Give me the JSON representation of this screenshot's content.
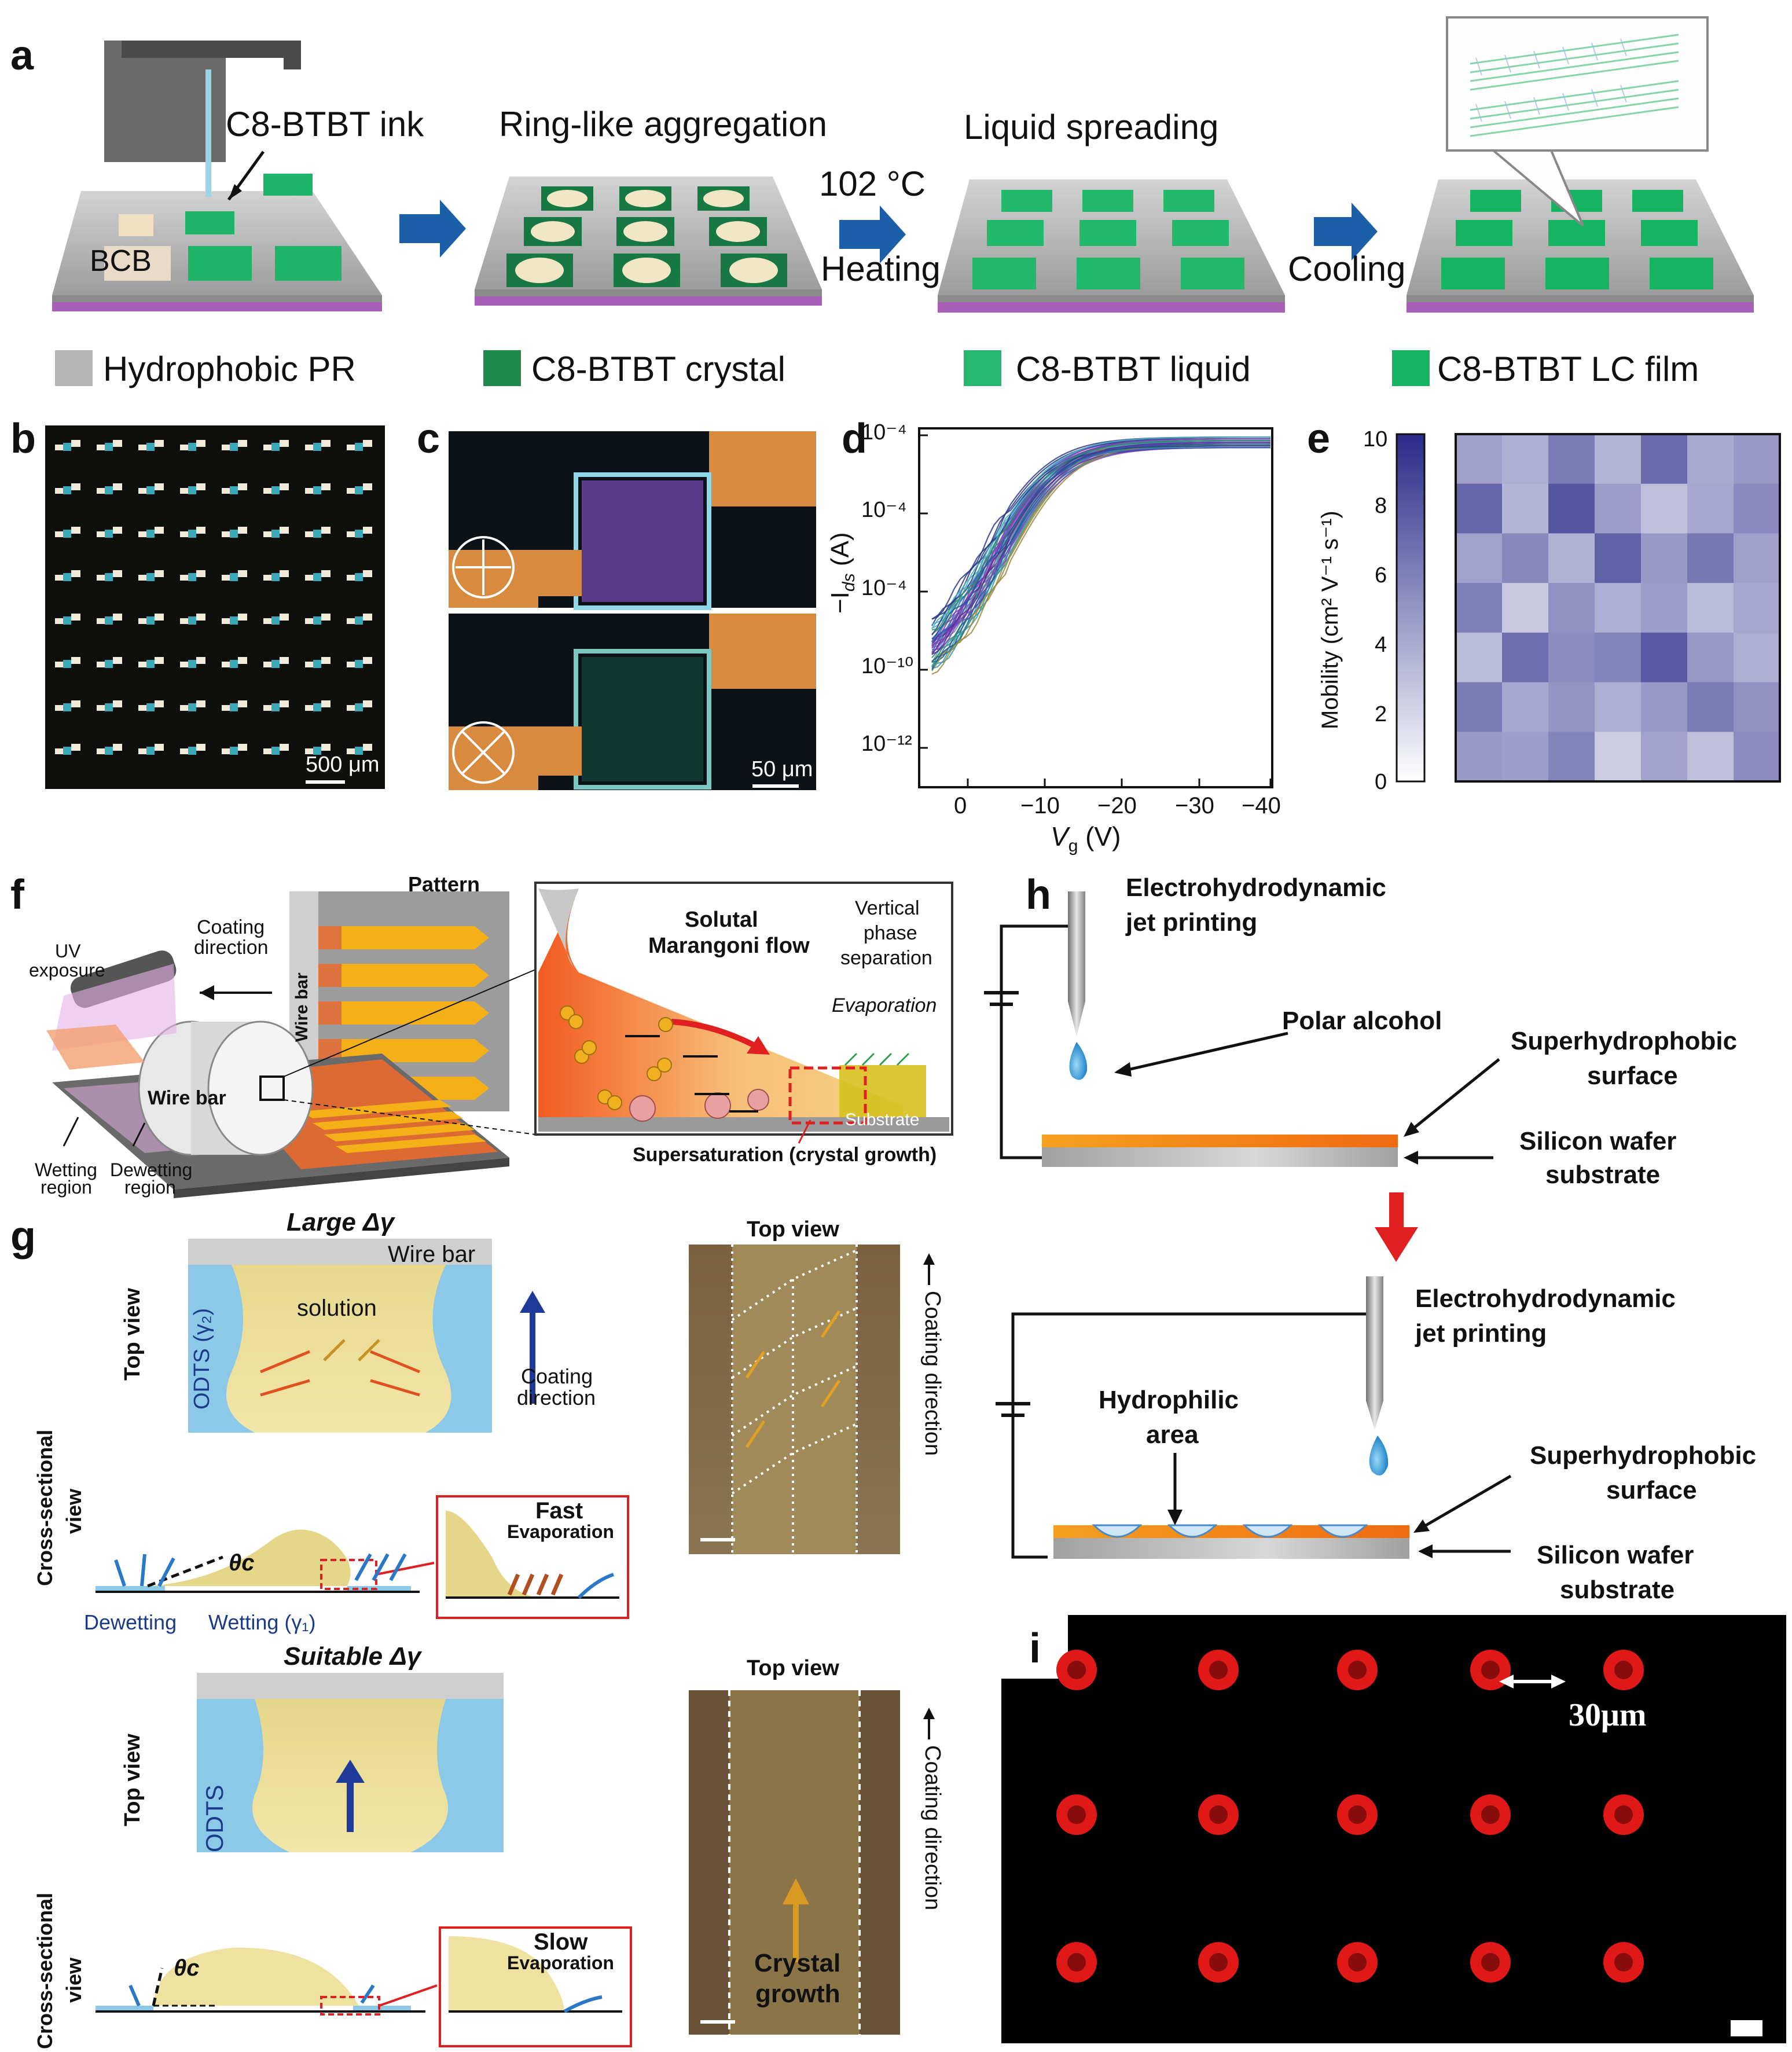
{
  "panels": {
    "a": {
      "label": "a",
      "ink": "C8-BTBT ink",
      "bcb": "BCB",
      "step2": "Ring-like aggregation",
      "temp": "102 °C",
      "heating": "Heating",
      "step3": "Liquid spreading",
      "cooling": "Cooling",
      "legend": [
        "Hydrophobic PR",
        "C8-BTBT crystal",
        "C8-BTBT liquid",
        "C8-BTBT LC film"
      ],
      "colors": {
        "pr": "#b4b4b4",
        "crystal": "#1f8a4c",
        "liquid": "#27b870",
        "film": "#15b463",
        "substrate": "#a85fb8"
      }
    },
    "b": {
      "label": "b",
      "scalebar": "500 μm"
    },
    "c": {
      "label": "c",
      "scalebar": "50 μm"
    },
    "d": {
      "label": "d",
      "ylabel": "−I",
      "ylabel_sub": "ds",
      "ylabel_unit": "(A)",
      "xlabel": "V",
      "xlabel_sub": "g",
      "xlabel_unit": "(V)"
    },
    "e": {
      "label": "e",
      "ylabel": "Mobility (cm² V⁻¹ s⁻¹)"
    },
    "f": {
      "label": "f",
      "pattern": "Pattern",
      "coating": [
        "Coating",
        "direction"
      ],
      "wirebar_v": "Wire bar",
      "uv": [
        "UV",
        "exposure"
      ],
      "wirebar": "Wire bar",
      "wetting": [
        "Wetting",
        "region"
      ],
      "dewetting": [
        "Dewetting",
        "region"
      ],
      "marangoni": [
        "Solutal",
        "Marangoni flow"
      ],
      "vertical": [
        "Vertical",
        "phase",
        "separation"
      ],
      "evaporation": "Evaporation",
      "substrate": "Substrate",
      "supersat": "Supersaturation (crystal growth)"
    },
    "g": {
      "label": "g",
      "large": "Large Δγ",
      "wirebar": "Wire bar",
      "solution": "solution",
      "odts_y2": "ODTS (γ₂)",
      "topview": "Top view",
      "coating": [
        "Coating",
        "direction"
      ],
      "cross": [
        "Cross-sectional",
        "view"
      ],
      "fast": "Fast",
      "evap": "Evaporation",
      "theta": "θc",
      "dewetting": "Dewetting",
      "wetting": "Wetting (γ₁)",
      "topview_img": "Top view",
      "coating_dir": "Coating direction",
      "suitable": "Suitable Δγ",
      "odts": "ODTS",
      "slow": "Slow",
      "crystal_growth": [
        "Crystal",
        "growth"
      ]
    },
    "h": {
      "label": "h",
      "ehd": [
        "Electrohydrodynamic",
        "jet printing"
      ],
      "polar": "Polar alcohol",
      "superhydro": [
        "Superhydrophobic",
        "surface"
      ],
      "silicon": [
        "Silicon wafer",
        "substrate"
      ],
      "hydrophilic": [
        "Hydrophilic",
        "area"
      ]
    },
    "i": {
      "label": "i",
      "scale": "30μm"
    }
  },
  "chart_data": [
    {
      "type": "line",
      "panel": "d",
      "xlabel": "Vg (V)",
      "ylabel": "−Ids (A)",
      "xticks": [
        "0",
        "−10",
        "−20",
        "−30",
        "−40"
      ],
      "yticks": [
        "10⁻⁴",
        "10⁻⁴",
        "10⁻⁴",
        "10⁻¹⁰",
        "10⁻¹²"
      ],
      "xlim": [
        5,
        -40
      ],
      "ylog": true
    },
    {
      "type": "heatmap",
      "panel": "e",
      "ylabel": "Mobility (cm² V⁻¹ s⁻¹)",
      "colorbar_ticks": [
        "10",
        "8",
        "6",
        "4",
        "2",
        "0"
      ],
      "clim": [
        0,
        10
      ],
      "values": [
        [
          4.5,
          3.8,
          6.2,
          3.5,
          7.0,
          4.0,
          4.8
        ],
        [
          7.2,
          3.5,
          8.0,
          4.6,
          3.0,
          4.2,
          5.5
        ],
        [
          4.4,
          5.6,
          3.6,
          7.4,
          4.8,
          6.4,
          4.5
        ],
        [
          6.0,
          2.6,
          5.2,
          3.8,
          4.6,
          3.2,
          4.2
        ],
        [
          3.2,
          6.8,
          5.4,
          5.8,
          7.8,
          4.8,
          3.8
        ],
        [
          6.2,
          4.2,
          5.0,
          3.8,
          4.8,
          6.2,
          5.2
        ],
        [
          4.8,
          4.6,
          5.8,
          2.4,
          4.4,
          3.0,
          5.4
        ]
      ]
    }
  ]
}
